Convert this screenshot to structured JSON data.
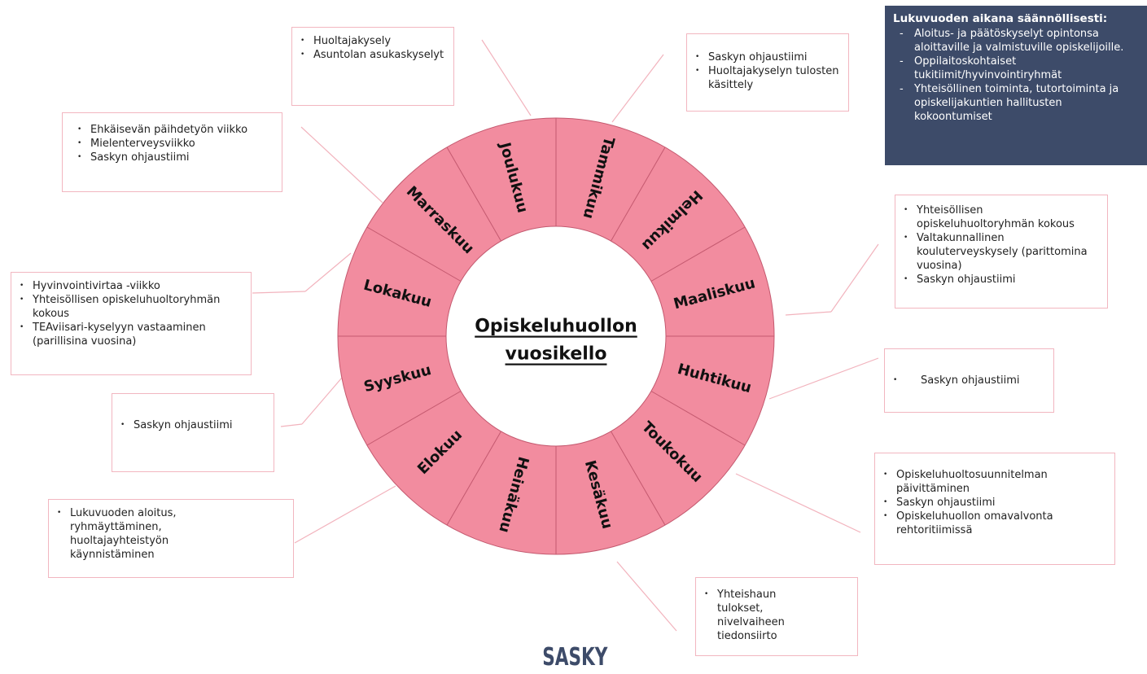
{
  "center_title": [
    "Opiskeluhuollon",
    "vuosikello"
  ],
  "months": [
    "Tammikuu",
    "Helmikuu",
    "Maaliskuu",
    "Huhtikuu",
    "Toukokuu",
    "Kesäkuu",
    "Heinäkuu",
    "Elokuu",
    "Syyskuu",
    "Lokakuu",
    "Marraskuu",
    "Joulukuu"
  ],
  "info": {
    "title": "Lukuvuoden aikana säännöllisesti:",
    "items": [
      "Aloitus- ja päätöskyselyt opintonsa aloittaville ja valmistuville opiskelijoille.",
      "Oppilaitoskohtaiset tukitiimit/hyvinvointiryhmät",
      "Yhteisöllinen toiminta, tutortoiminta ja opiskelijakuntien hallitusten kokoontumiset"
    ]
  },
  "boxes": {
    "joulukuu": [
      "Huoltajakysely",
      "Asuntolan asukaskyselyt"
    ],
    "tammikuu": [
      "Saskyn ohjaustiimi",
      "Huoltajakyselyn tulosten käsittely"
    ],
    "marraskuu": [
      "Ehkäisevän päihdetyön viikko",
      "Mielenterveysviikko",
      "Saskyn ohjaustiimi"
    ],
    "maaliskuu": [
      "Yhteisöllisen opiskeluhuoltoryhmän kokous",
      "Valtakunnallinen kouluterveyskysely (parittomina vuosina)",
      "Saskyn ohjaustiimi"
    ],
    "lokakuu": [
      "Hyvinvointivirtaa -viikko",
      "Yhteisöllisen opiskeluhuoltoryhmän kokous",
      "TEAviisari-kyselyyn vastaaminen (parillisina vuosina)"
    ],
    "huhtikuu": [
      "Saskyn ohjaustiimi"
    ],
    "syyskuu": [
      "Saskyn ohjaustiimi"
    ],
    "toukokuu": [
      "Opiskeluhuoltosuunnitelman päivittäminen",
      "Saskyn ohjaustiimi",
      "Opiskeluhuollon omavalvonta rehtoritiimissä"
    ],
    "elokuu": [
      "Lukuvuoden aloitus, ryhmäyttäminen, huoltajayhteistyön käynnistäminen"
    ],
    "kesakuu": [
      "Yhteishaun tulokset, nivelvaiheen tiedonsiirto"
    ]
  },
  "logo": "SASKY",
  "colors": {
    "ring": "#f28c9f",
    "ring_line": "#c4596f",
    "box_border": "#f2b6c0",
    "connector": "#f2b3bd",
    "info_bg": "#3d4b69"
  }
}
